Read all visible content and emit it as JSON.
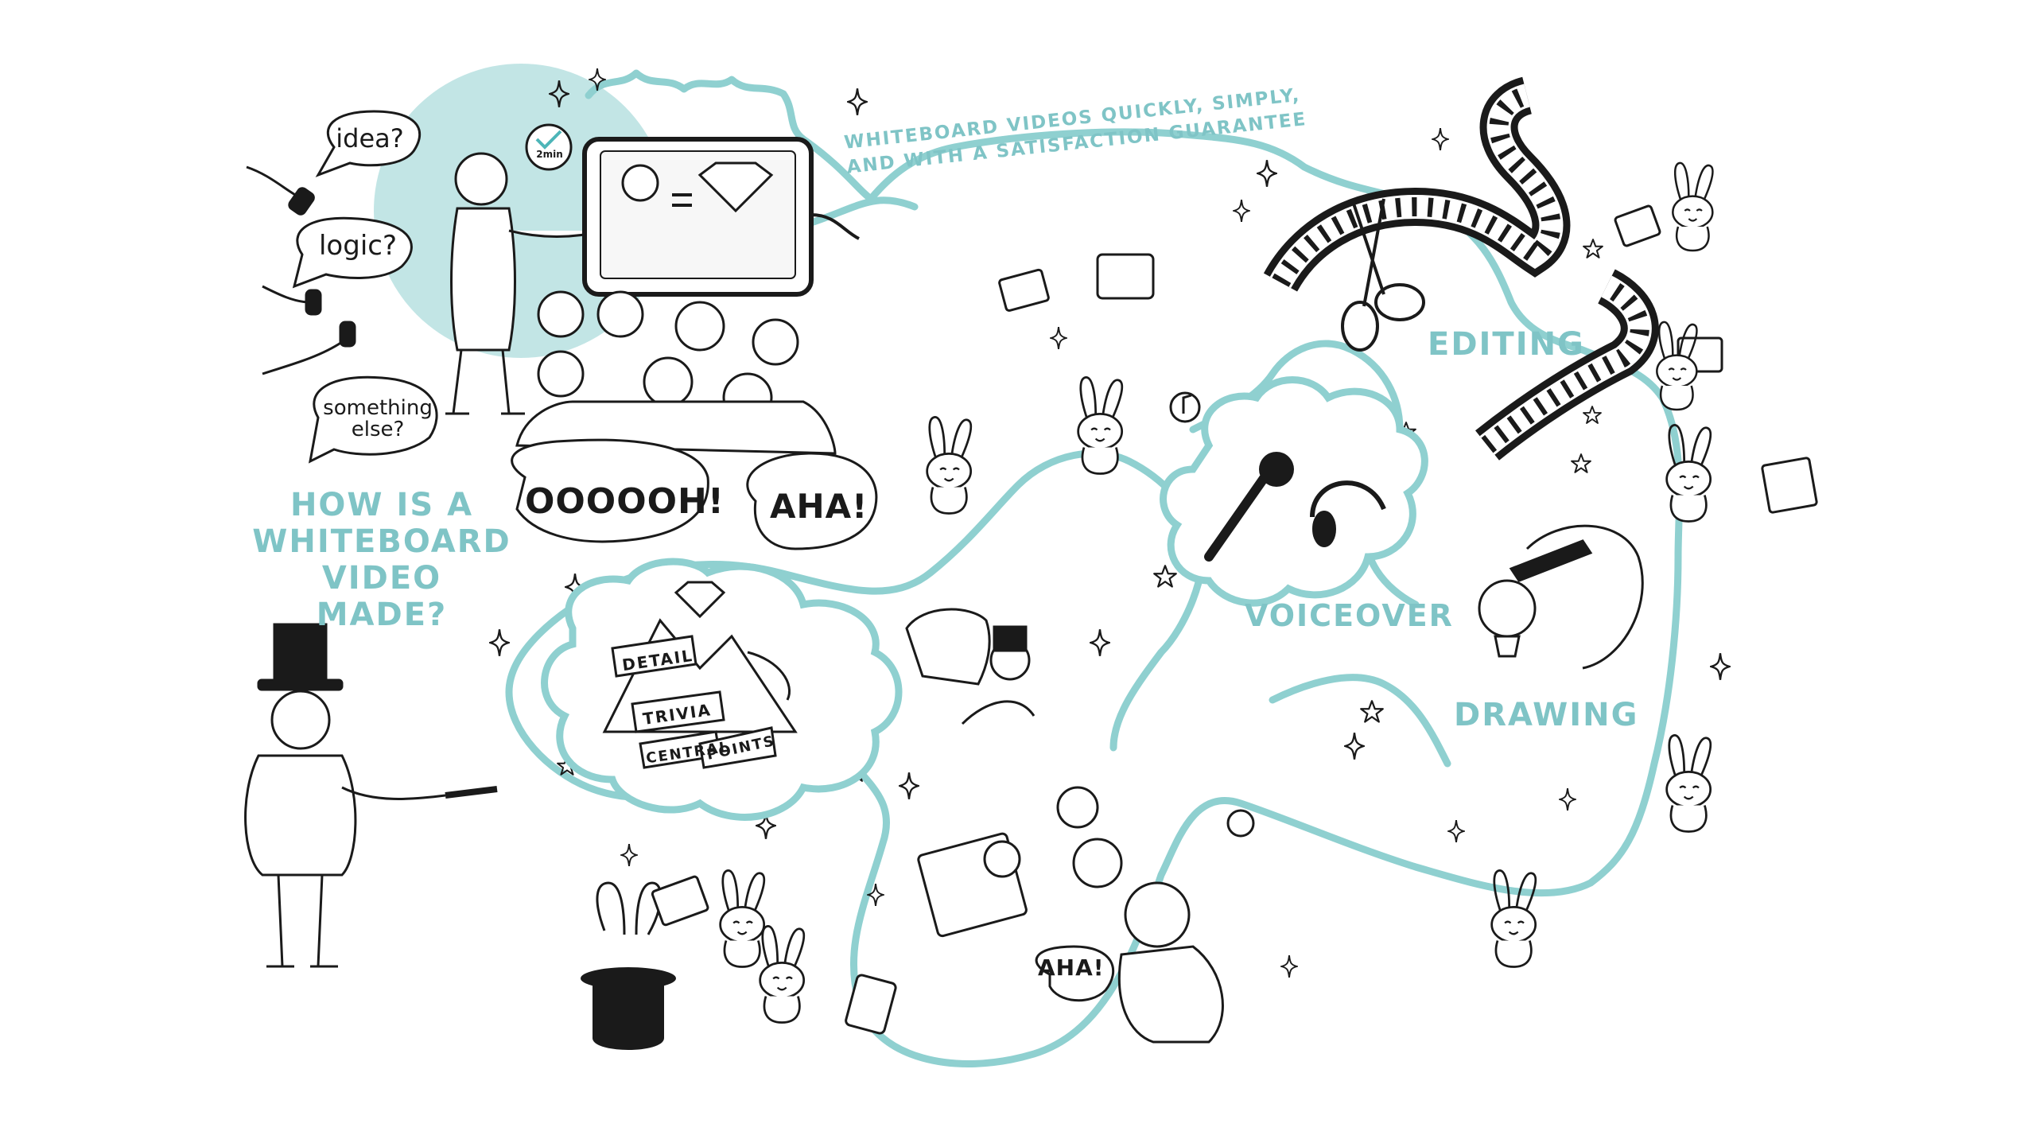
{
  "colors": {
    "teal": "#8fd0d0",
    "teal_text": "#7fc4c6",
    "ink": "#1a1a1a",
    "background": "#ffffff"
  },
  "speech": {
    "idea": "idea?",
    "logic": "logic?",
    "something_else_line1": "something",
    "something_else_line2": "else?",
    "ooooh": "OOOOOH!",
    "aha_left": "AHA!",
    "aha_bottom": "AHA!"
  },
  "clock": "2min",
  "title": {
    "line1": "HOW IS A",
    "line2": "WHITEBOARD VIDEO",
    "line3": "MADE?"
  },
  "tagline": {
    "line1": "WHITEBOARD VIDEOS QUICKLY, SIMPLY,",
    "line2": "AND WITH A SATISFACTION GUARANTEE"
  },
  "steps": {
    "editing": "EDITING",
    "voiceover": "VOICEOVER",
    "drawing": "DRAWING"
  },
  "mountain_labels": {
    "detail": "DETAIL",
    "trivia": "TRIVIA",
    "central": "CENTRAL",
    "points": "POINTS"
  },
  "icons": [
    "magician-icon",
    "top-hat-icon",
    "wand-icon",
    "lightbulb-icon",
    "diamond-icon",
    "film-strip-icon",
    "scissors-icon",
    "microphone-icon",
    "headphones-icon",
    "pencil-icon",
    "laptop-icon",
    "computer-monitor-icon",
    "rabbit-icon",
    "sparkle-icon",
    "star-icon",
    "speech-bubble-icon",
    "clock-icon",
    "tablet-screen-icon",
    "gear-icon",
    "apple-icon",
    "music-note-icon"
  ]
}
